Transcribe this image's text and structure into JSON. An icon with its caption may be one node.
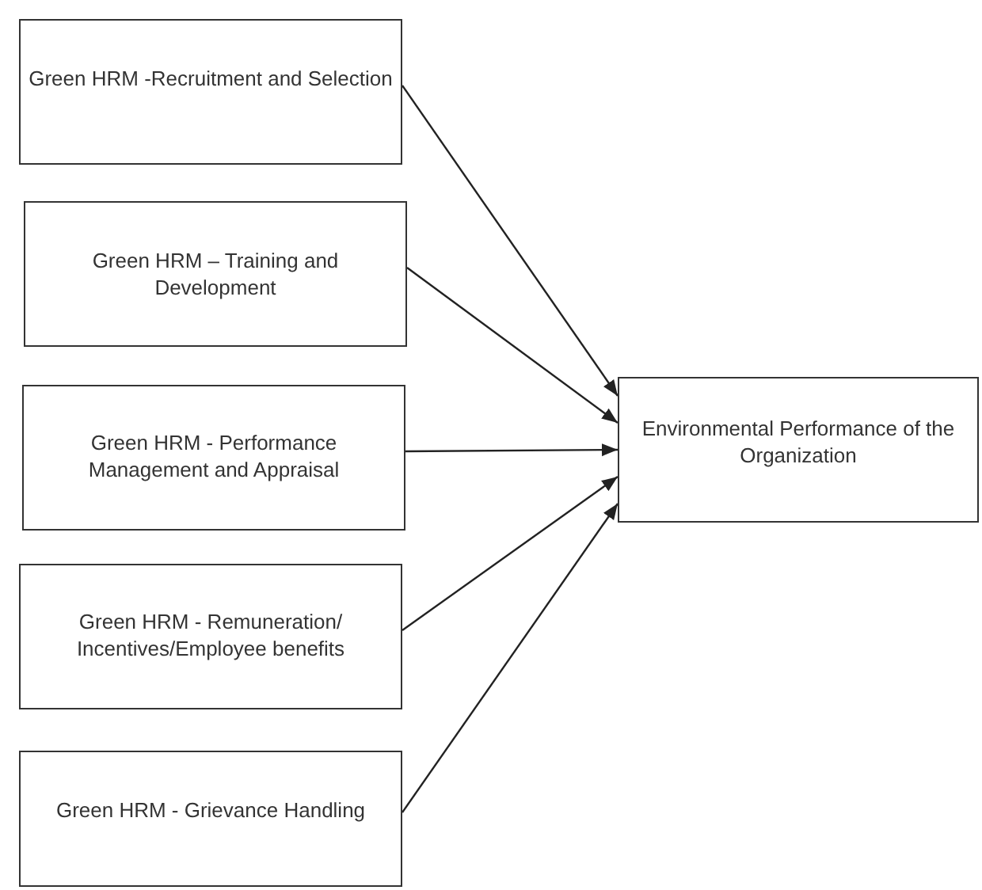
{
  "diagram": {
    "nodes": [
      {
        "text": [
          "Green HRM -Recruitment and Selection"
        ]
      },
      {
        "text": [
          "Green HRM – Training and Development"
        ]
      },
      {
        "text": [
          "Green HRM - Performance Management and Appraisal"
        ]
      },
      {
        "text": [
          "Green HRM - Remuneration/ Incentives/Employee benefits"
        ]
      },
      {
        "text": [
          "Green HRM - Grievance Handling"
        ]
      },
      {
        "text": [
          "Environmental Performance of the Organization"
        ]
      }
    ],
    "edges": [
      {
        "from": 0,
        "to": 5,
        "arrow": "to"
      },
      {
        "from": 1,
        "to": 5,
        "arrow": "to"
      },
      {
        "from": 2,
        "to": 5,
        "arrow": "to"
      },
      {
        "from": 3,
        "to": 5,
        "arrow": "to"
      },
      {
        "from": 4,
        "to": 5,
        "arrow": "to"
      }
    ]
  }
}
